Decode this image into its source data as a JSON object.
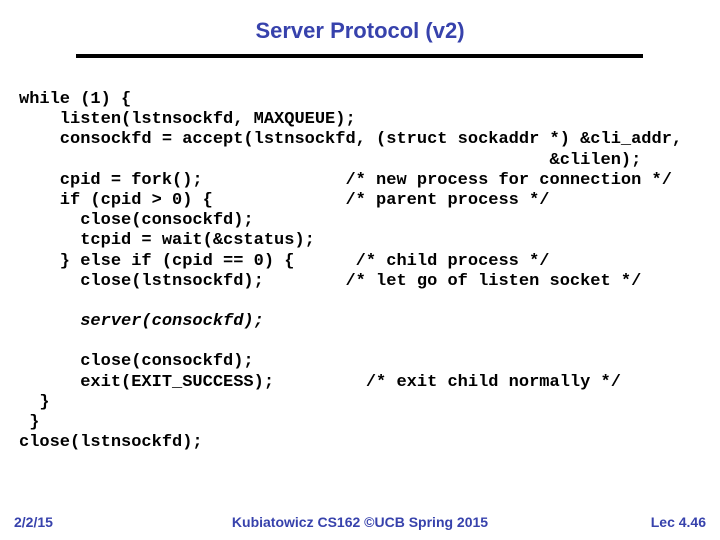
{
  "title": "Server Protocol (v2)",
  "accent_color": "#3742AC",
  "code": {
    "lines": [
      {
        "text": "while (1) {",
        "italic": false
      },
      {
        "text": "    listen(lstnsockfd, MAXQUEUE);",
        "italic": false
      },
      {
        "text": "    consockfd = accept(lstnsockfd, (struct sockaddr *) &cli_addr,",
        "italic": false
      },
      {
        "text": "                                                    &clilen);",
        "italic": false
      },
      {
        "text": "    cpid = fork();              /* new process for connection */",
        "italic": false
      },
      {
        "text": "    if (cpid > 0) {             /* parent process */",
        "italic": false
      },
      {
        "text": "      close(consockfd);",
        "italic": false
      },
      {
        "text": "      tcpid = wait(&cstatus);",
        "italic": false
      },
      {
        "text": "    } else if (cpid == 0) {      /* child process */",
        "italic": false
      },
      {
        "text": "      close(lstnsockfd);        /* let go of listen socket */",
        "italic": false
      },
      {
        "text": "",
        "italic": false
      },
      {
        "text": "      server(consockfd);",
        "italic": true
      },
      {
        "text": "",
        "italic": false
      },
      {
        "text": "      close(consockfd);",
        "italic": false
      },
      {
        "text": "      exit(EXIT_SUCCESS);         /* exit child normally */",
        "italic": false
      },
      {
        "text": "  }",
        "italic": false
      },
      {
        "text": " }",
        "italic": false
      },
      {
        "text": "close(lstnsockfd);",
        "italic": false
      }
    ]
  },
  "footer": {
    "date": "2/2/15",
    "credit": "Kubiatowicz CS162 ©UCB Spring 2015",
    "lecture": "Lec 4.46"
  }
}
